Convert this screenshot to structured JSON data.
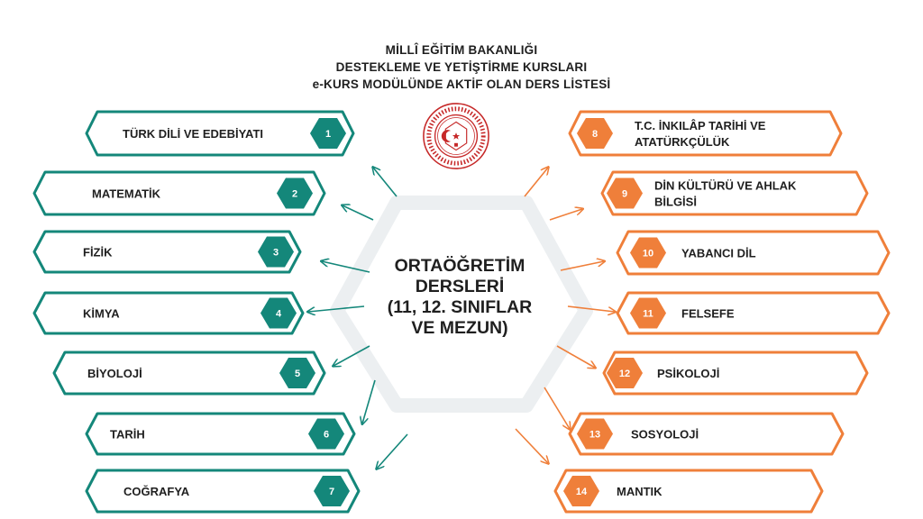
{
  "header": {
    "line1": "MİLLÎ EĞİTİM BAKANLIĞI",
    "line2": "DESTEKLEME VE YETİŞTİRME KURSLARI",
    "line3": "e-KURS MODÜLÜNDE AKTİF OLAN DERS LİSTESİ"
  },
  "center": {
    "line1": "ORTAÖĞRETİM",
    "line2": "DERSLERİ",
    "line3": "(11, 12. SINIFLAR",
    "line4": "VE MEZUN)"
  },
  "colors": {
    "teal": "#14877a",
    "orange": "#ef7f3a",
    "logo_red": "#c62828",
    "hex_outline": "#eceff1"
  },
  "left_items": [
    {
      "num": "1",
      "lines": [
        "TÜRK DİLİ VE EDEBİYATI"
      ]
    },
    {
      "num": "2",
      "lines": [
        "MATEMATİK"
      ]
    },
    {
      "num": "3",
      "lines": [
        "FİZİK"
      ]
    },
    {
      "num": "4",
      "lines": [
        "KİMYA"
      ]
    },
    {
      "num": "5",
      "lines": [
        "BİYOLOJİ"
      ]
    },
    {
      "num": "6",
      "lines": [
        "TARİH"
      ]
    },
    {
      "num": "7",
      "lines": [
        "COĞRAFYA"
      ]
    }
  ],
  "right_items": [
    {
      "num": "8",
      "lines": [
        "T.C. İNKILÂP TARİHİ VE",
        "ATATÜRKÇÜLÜK"
      ]
    },
    {
      "num": "9",
      "lines": [
        "DİN KÜLTÜRÜ VE AHLAK",
        "BİLGİSİ"
      ]
    },
    {
      "num": "10",
      "lines": [
        "YABANCI DİL"
      ]
    },
    {
      "num": "11",
      "lines": [
        "FELSEFE"
      ]
    },
    {
      "num": "12",
      "lines": [
        "PSİKOLOJİ"
      ]
    },
    {
      "num": "13",
      "lines": [
        "SOSYOLOJİ"
      ]
    },
    {
      "num": "14",
      "lines": [
        "MANTIK"
      ]
    }
  ]
}
